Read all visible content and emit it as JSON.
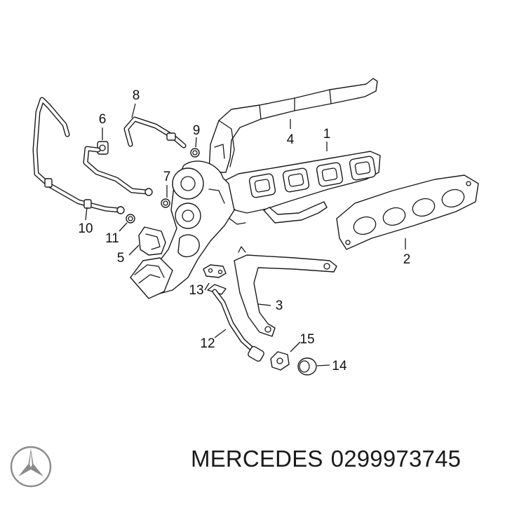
{
  "callouts": {
    "c1": "1",
    "c2": "2",
    "c3": "3",
    "c4": "4",
    "c5": "5",
    "c6": "6",
    "c7": "7",
    "c8": "8",
    "c9": "9",
    "c10": "10",
    "c11": "11",
    "c12": "12",
    "c13": "13",
    "c14": "14",
    "c15": "15"
  },
  "caption": {
    "brand": "MERCEDES",
    "part_number": "0299973745"
  },
  "logo": {
    "icon": "mercedes-star-icon"
  }
}
